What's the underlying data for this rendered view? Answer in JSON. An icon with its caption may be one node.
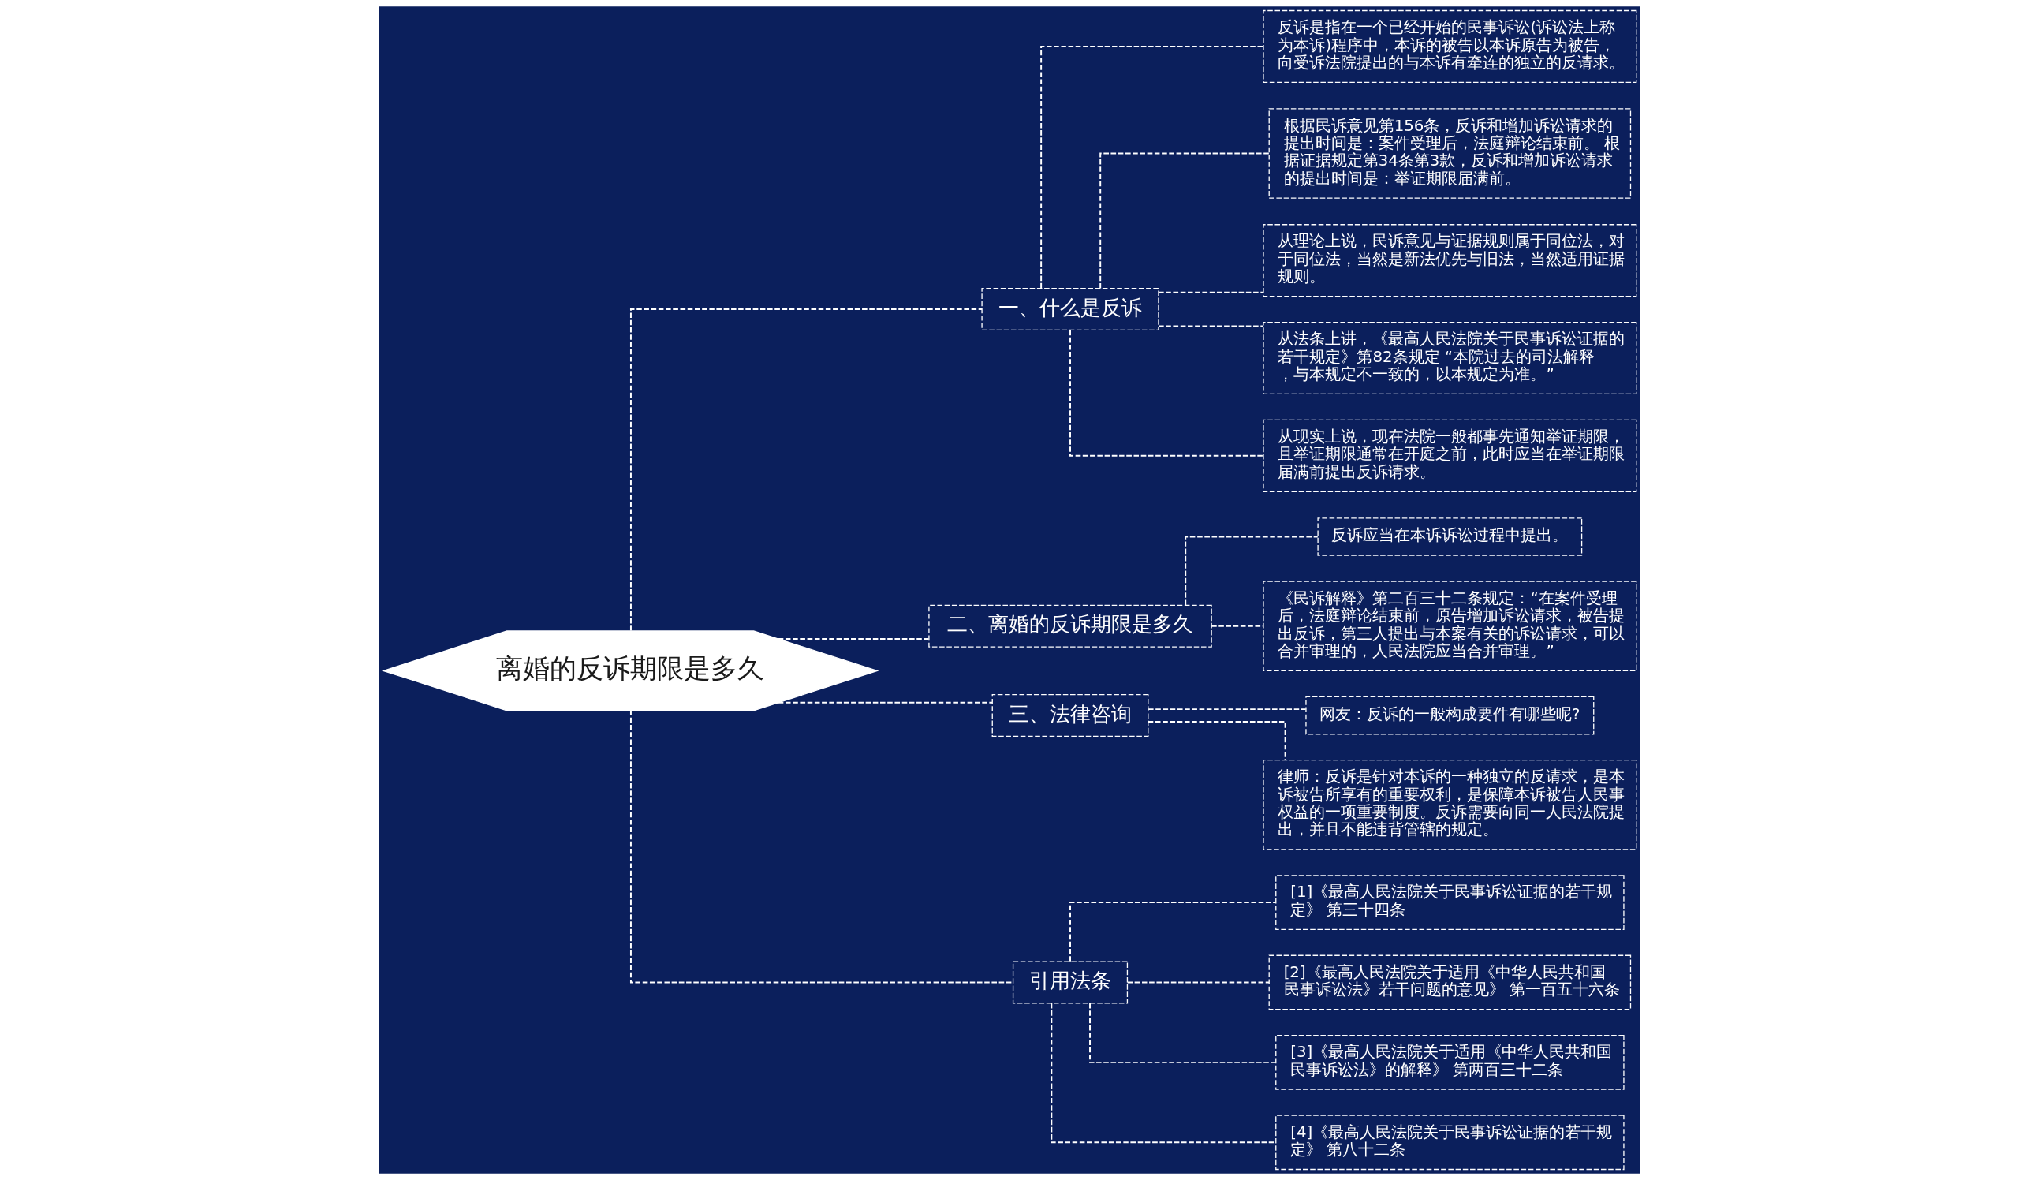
{
  "diagram": {
    "nodes": [
      {
        "text": [
          "离婚的反诉期限是多久"
        ]
      },
      {
        "text": [
          "一、什么是反诉"
        ]
      },
      {
        "text": [
          "反诉是指在一个已经开始的民事诉讼(诉讼法上称为本诉)程序中，本诉的被告以本诉原告为被告，向受诉法院提出的与本诉有牵连的独立的反请求。"
        ]
      },
      {
        "text": [
          "根据民诉意见第156条，反诉和增加诉讼请求的提出时间是：案件受理后，法庭辩论结束前。 根据证据规定第34条第3款，反诉和增加诉讼请求的提出时间是：举证期限届满前。"
        ]
      },
      {
        "text": [
          "从理论上说，民诉意见与证据规则属于同位法，对于同位法，当然是新法优先与旧法，当然适用证据规则。"
        ]
      },
      {
        "text": [
          "从法条上讲，《最高人民法院关于民事诉讼证据的若干规定》第82条规定 “本院过去的司法解释，与本规定不一致的，以本规定为准。”"
        ]
      },
      {
        "text": [
          "从现实上说，现在法院一般都事先通知举证期限，且举证期限通常在开庭之前，此时应当在举证期限届满前提出反诉请求。"
        ]
      },
      {
        "text": [
          "二、离婚的反诉期限是多久"
        ]
      },
      {
        "text": [
          "反诉应当在本诉诉讼过程中提出。"
        ]
      },
      {
        "text": [
          "《民诉解释》第二百三十二条规定：“在案件受理后，法庭辩论结束前，原告增加诉讼请求，被告提出反诉，第三人提出与本案有关的诉讼请求，可以合并审理的，人民法院应当合并审理。”"
        ]
      },
      {
        "text": [
          "三、法律咨询"
        ]
      },
      {
        "text": [
          "网友：反诉的一般构成要件有哪些呢?"
        ]
      },
      {
        "text": [
          "律师：反诉是针对本诉的一种独立的反请求，是本诉被告所享有的重要权利，是保障本诉被告人民事权益的一项重要制度。反诉需要向同一人民法院提出，并且不能违背管辖的规定。"
        ]
      },
      {
        "text": [
          "引用法条"
        ]
      },
      {
        "text": [
          "[1]《最高人民法院关于民事诉讼证据的若干规定》 第三十四条"
        ]
      },
      {
        "text": [
          "[2]《最高人民法院关于适用《中华人民共和国民事诉讼法》若干问题的意见》 第一百五十六条"
        ]
      },
      {
        "text": [
          "[3]《最高人民法院关于适用《中华人民共和国民事诉讼法》的解释》 第两百三十二条"
        ]
      },
      {
        "text": [
          "[4]《最高人民法院关于民事诉讼证据的若干规定》 第八十二条"
        ]
      }
    ],
    "edges": [
      {
        "from": 0,
        "to": 1,
        "arrow": "none",
        "style": "dashed"
      },
      {
        "from": 1,
        "to": 2,
        "arrow": "none",
        "style": "dashed"
      },
      {
        "from": 1,
        "to": 3,
        "arrow": "none",
        "style": "dashed"
      },
      {
        "from": 1,
        "to": 4,
        "arrow": "none",
        "style": "dashed"
      },
      {
        "from": 1,
        "to": 5,
        "arrow": "none",
        "style": "dashed"
      },
      {
        "from": 1,
        "to": 6,
        "arrow": "none",
        "style": "dashed"
      },
      {
        "from": 0,
        "to": 7,
        "arrow": "none",
        "style": "dashed"
      },
      {
        "from": 7,
        "to": 8,
        "arrow": "none",
        "style": "dashed"
      },
      {
        "from": 7,
        "to": 9,
        "arrow": "none",
        "style": "dashed"
      },
      {
        "from": 0,
        "to": 10,
        "arrow": "none",
        "style": "dashed"
      },
      {
        "from": 10,
        "to": 11,
        "arrow": "none",
        "style": "dashed"
      },
      {
        "from": 10,
        "to": 12,
        "arrow": "none",
        "style": "dashed"
      },
      {
        "from": 0,
        "to": 13,
        "arrow": "none",
        "style": "dashed"
      },
      {
        "from": 13,
        "to": 14,
        "arrow": "none",
        "style": "dashed"
      },
      {
        "from": 13,
        "to": 15,
        "arrow": "none",
        "style": "dashed"
      },
      {
        "from": 13,
        "to": 16,
        "arrow": "none",
        "style": "dashed"
      },
      {
        "from": 13,
        "to": 17,
        "arrow": "none",
        "style": "dashed"
      }
    ]
  }
}
